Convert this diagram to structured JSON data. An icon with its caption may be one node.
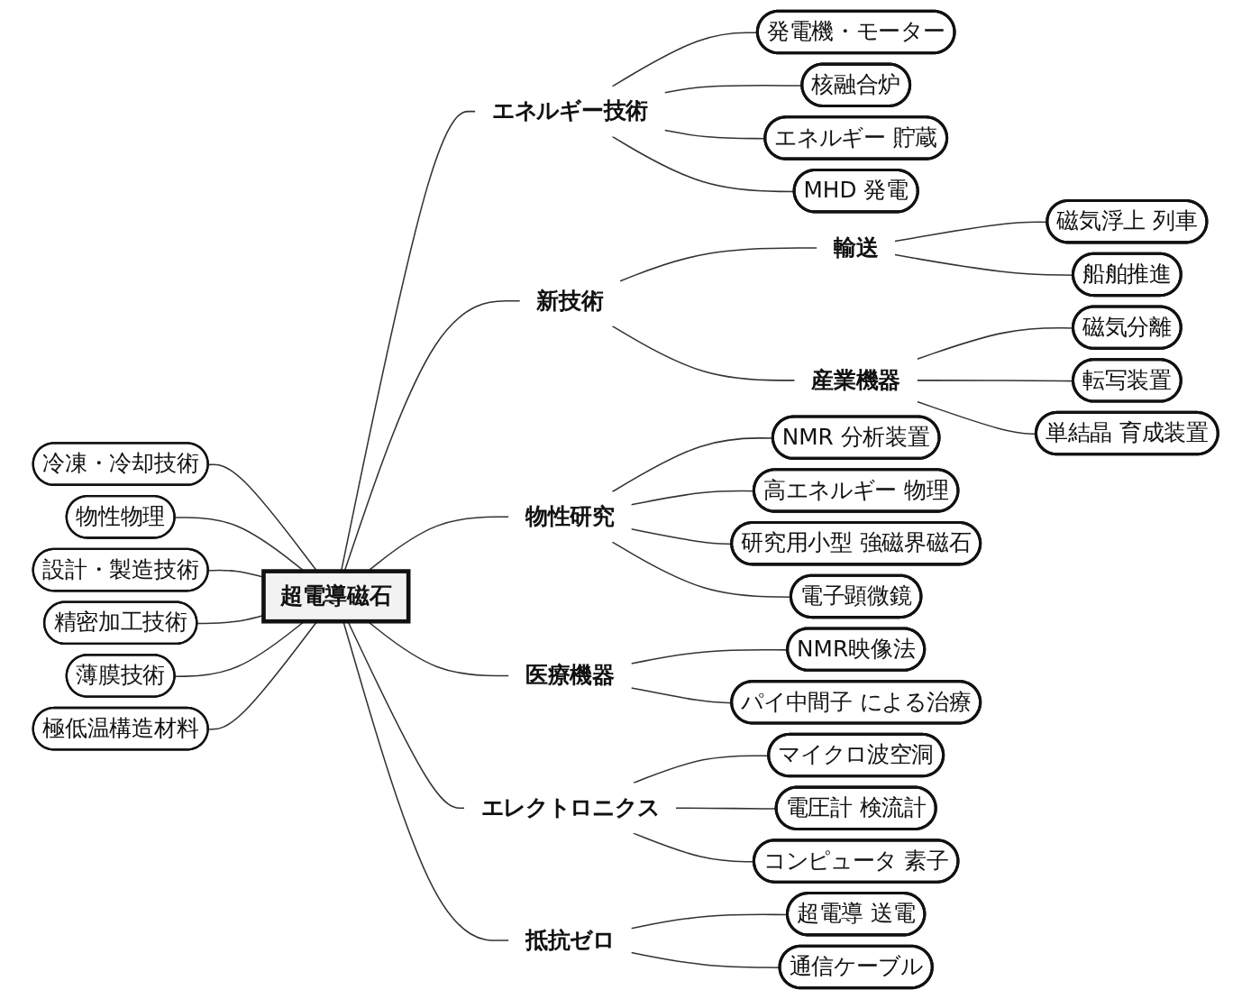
{
  "diagram": {
    "nodes": [
      {
        "text": [
          "発電機・モーター"
        ]
      },
      {
        "text": [
          "核融合炉"
        ]
      },
      {
        "text": [
          "磁気浮上 列車"
        ]
      },
      {
        "text": [
          "船舶推進"
        ]
      },
      {
        "text": [
          "エネルギー 貯蔵"
        ]
      },
      {
        "text": [
          "MHD 発電"
        ]
      },
      {
        "text": [
          "輸送"
        ]
      },
      {
        "text": [
          "磁気分離"
        ]
      },
      {
        "text": [
          "産業機器"
        ]
      },
      {
        "text": [
          "転写装置"
        ]
      },
      {
        "text": [
          "エネルギー技術"
        ]
      },
      {
        "text": [
          "新技術"
        ]
      },
      {
        "text": [
          "単結晶 育成装置"
        ]
      },
      {
        "text": [
          "NMR 分析装置"
        ]
      },
      {
        "text": [
          "高エネルギー 物理"
        ]
      },
      {
        "text": [
          "NMR映像法"
        ]
      },
      {
        "text": [
          "研究用小型 強磁界磁石"
        ]
      },
      {
        "text": [
          "物性研究"
        ]
      },
      {
        "text": [
          "超電導磁石"
        ]
      },
      {
        "text": [
          "医療機器"
        ]
      },
      {
        "text": [
          "パイ中間子 による治療"
        ]
      },
      {
        "text": [
          "電子顕微鏡"
        ]
      },
      {
        "text": [
          "超電導 送電"
        ]
      },
      {
        "text": [
          "マイクロ波空洞"
        ]
      },
      {
        "text": [
          "電圧計 検流計"
        ]
      },
      {
        "text": [
          "エレクトロニクス"
        ]
      },
      {
        "text": [
          "抵抗ゼロ"
        ]
      },
      {
        "text": [
          "通信ケーブル"
        ]
      },
      {
        "text": [
          "コンピュータ 素子"
        ]
      },
      {
        "text": [
          "極低温構造材料"
        ]
      },
      {
        "text": [
          "冷凍・冷却技術"
        ]
      },
      {
        "text": [
          "物性物理"
        ]
      },
      {
        "text": [
          "薄膜技術"
        ]
      },
      {
        "text": [
          "設計・製造技術"
        ]
      },
      {
        "text": [
          "精密加工技術"
        ]
      }
    ],
    "edges": [
      {
        "from": 30,
        "to": 18,
        "arrow": "none"
      },
      {
        "from": 31,
        "to": 18,
        "arrow": "none"
      },
      {
        "from": 33,
        "to": 18,
        "arrow": "none"
      },
      {
        "from": 34,
        "to": 18,
        "arrow": "none"
      },
      {
        "from": 32,
        "to": 18,
        "arrow": "none"
      },
      {
        "from": 29,
        "to": 18,
        "arrow": "none"
      },
      {
        "from": 18,
        "to": 10,
        "arrow": "none"
      },
      {
        "from": 18,
        "to": 11,
        "arrow": "none"
      },
      {
        "from": 18,
        "to": 17,
        "arrow": "none"
      },
      {
        "from": 18,
        "to": 19,
        "arrow": "none"
      },
      {
        "from": 18,
        "to": 25,
        "arrow": "none"
      },
      {
        "from": 18,
        "to": 26,
        "arrow": "none"
      },
      {
        "from": 10,
        "to": 0,
        "arrow": "none"
      },
      {
        "from": 10,
        "to": 1,
        "arrow": "none"
      },
      {
        "from": 10,
        "to": 4,
        "arrow": "none"
      },
      {
        "from": 10,
        "to": 5,
        "arrow": "none"
      },
      {
        "from": 11,
        "to": 6,
        "arrow": "none"
      },
      {
        "from": 11,
        "to": 8,
        "arrow": "none"
      },
      {
        "from": 6,
        "to": 2,
        "arrow": "none"
      },
      {
        "from": 6,
        "to": 3,
        "arrow": "none"
      },
      {
        "from": 8,
        "to": 7,
        "arrow": "none"
      },
      {
        "from": 8,
        "to": 9,
        "arrow": "none"
      },
      {
        "from": 8,
        "to": 12,
        "arrow": "none"
      },
      {
        "from": 17,
        "to": 13,
        "arrow": "none"
      },
      {
        "from": 17,
        "to": 14,
        "arrow": "none"
      },
      {
        "from": 17,
        "to": 16,
        "arrow": "none"
      },
      {
        "from": 17,
        "to": 21,
        "arrow": "none"
      },
      {
        "from": 19,
        "to": 15,
        "arrow": "none"
      },
      {
        "from": 19,
        "to": 20,
        "arrow": "none"
      },
      {
        "from": 25,
        "to": 23,
        "arrow": "none"
      },
      {
        "from": 25,
        "to": 24,
        "arrow": "none"
      },
      {
        "from": 25,
        "to": 28,
        "arrow": "none"
      },
      {
        "from": 26,
        "to": 22,
        "arrow": "none"
      },
      {
        "from": 26,
        "to": 27,
        "arrow": "none"
      }
    ]
  }
}
